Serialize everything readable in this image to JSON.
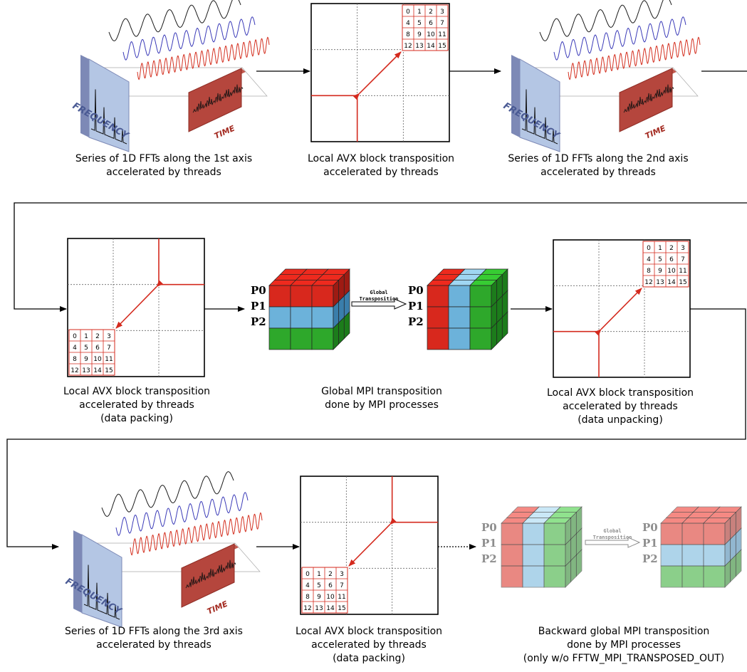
{
  "diagram": {
    "fft_labels": {
      "frequency": "FREQUENCY",
      "time": "TIME"
    },
    "matrix_numbers": [
      "0",
      "1",
      "2",
      "3",
      "4",
      "5",
      "6",
      "7",
      "8",
      "9",
      "10",
      "11",
      "12",
      "13",
      "14",
      "15"
    ],
    "process_labels": [
      "P0",
      "P1",
      "P2"
    ],
    "global_label": [
      "Global",
      "Transposition"
    ],
    "captions": {
      "fft1": [
        "Series of 1D FFTs along the 1st axis",
        "accelerated by threads"
      ],
      "avx1": [
        "Local AVX block transposition",
        "accelerated by threads"
      ],
      "fft2": [
        "Series of 1D FFTs along the 2nd axis",
        "accelerated by threads"
      ],
      "avx2": [
        "Local AVX block transposition",
        "accelerated by threads",
        "(data packing)"
      ],
      "mpi": [
        "Global MPI transposition",
        "done by MPI processes"
      ],
      "avx3": [
        "Local AVX block transposition",
        "accelerated by threads",
        "(data unpacking)"
      ],
      "fft3": [
        "Series of 1D FFTs along the 3rd axis",
        "accelerated by threads"
      ],
      "avx4": [
        "Local AVX block transposition",
        "accelerated by threads",
        "(data packing)"
      ],
      "bmpi": [
        "Backward global MPI transposition",
        "done by MPI processes",
        "(only w/o FFTW_MPI_TRANSPOSED_OUT)"
      ]
    }
  }
}
